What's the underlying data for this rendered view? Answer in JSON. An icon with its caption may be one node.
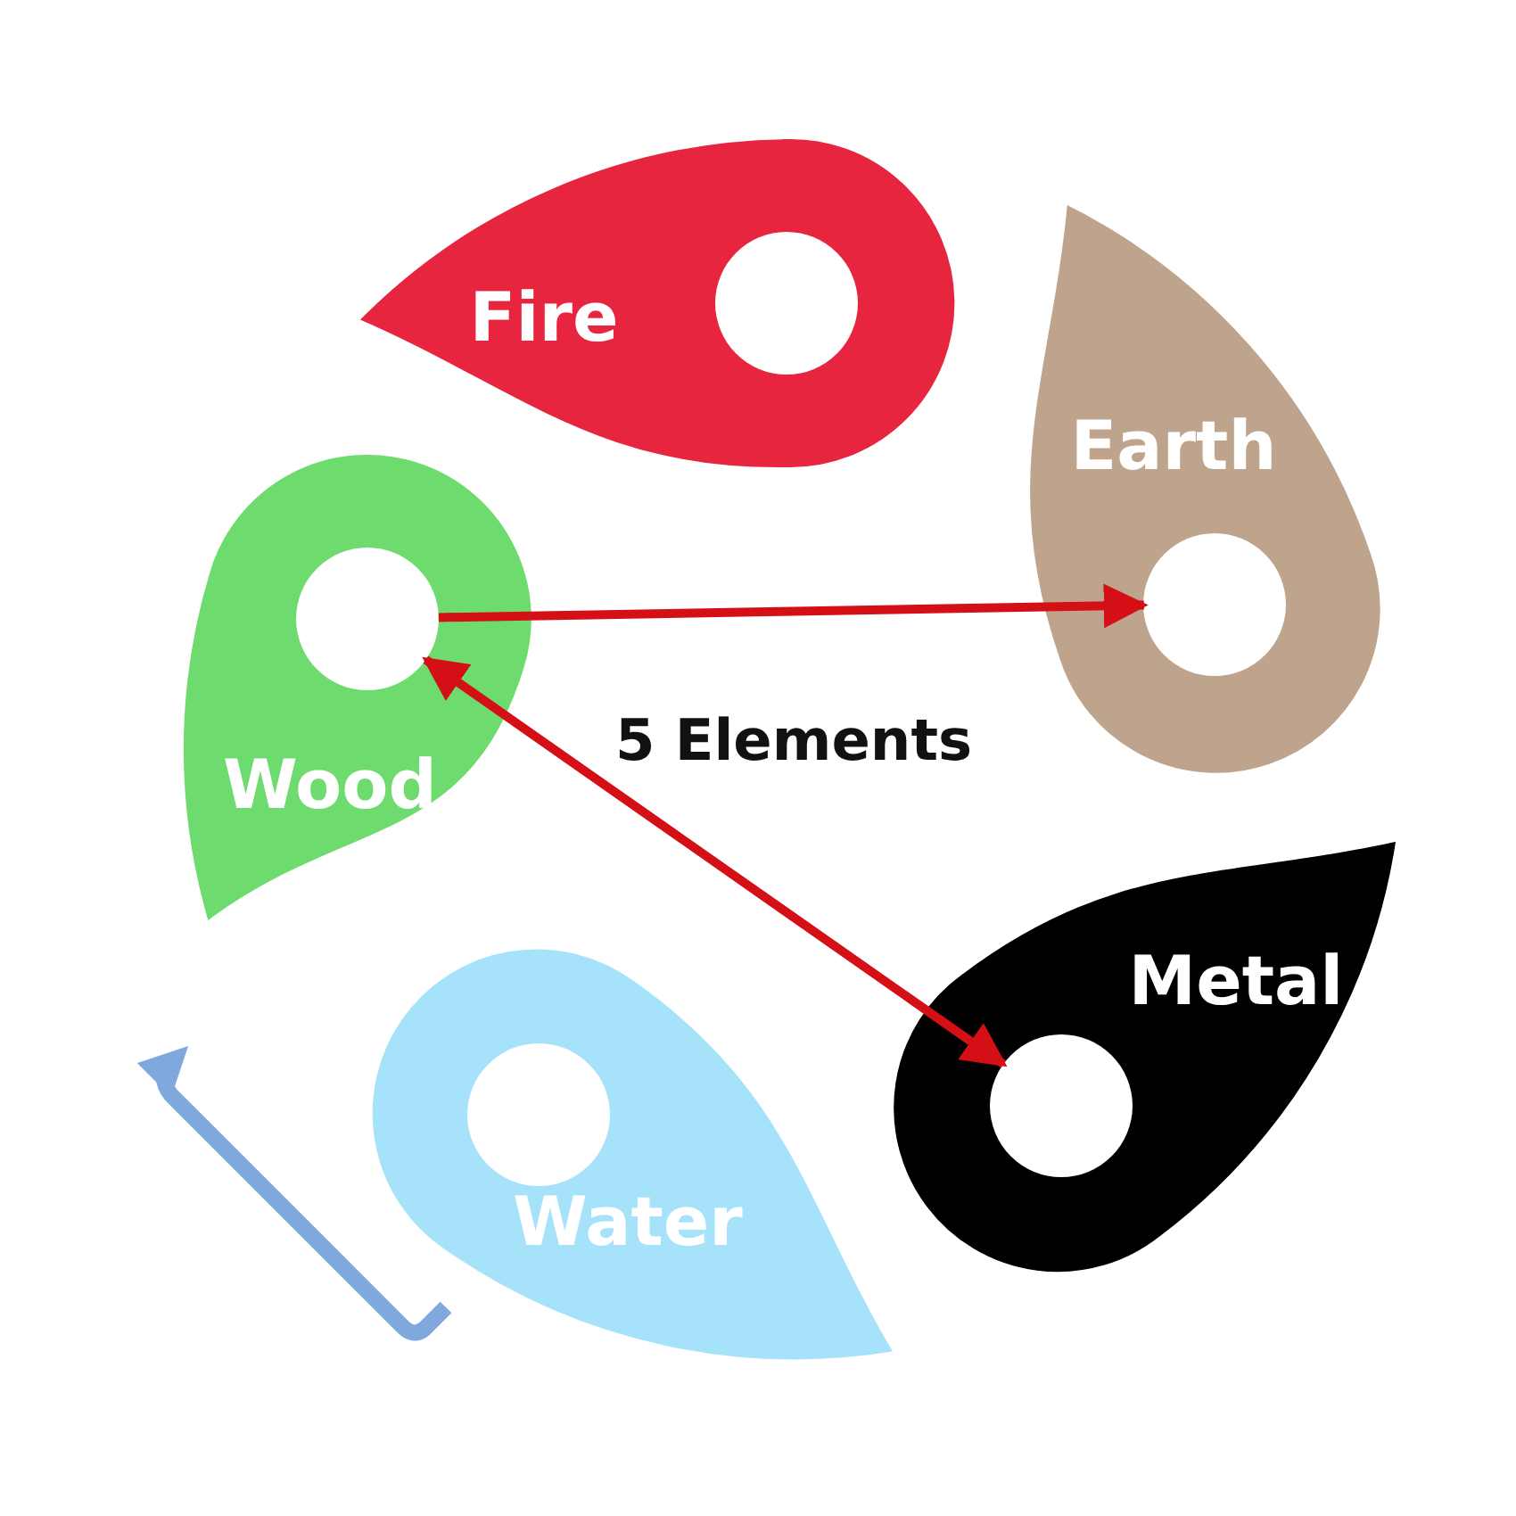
{
  "diagram": {
    "nodes": [
      {
        "text": [
          "Fire"
        ]
      },
      {
        "text": [],
        "shape": "circle",
        "in": 0
      },
      {
        "text": [
          "Earth"
        ]
      },
      {
        "text": [],
        "shape": "circle",
        "in": 2
      },
      {
        "text": [
          "Wood"
        ]
      },
      {
        "text": [],
        "shape": "circle",
        "in": 4
      },
      {
        "text": [
          "Metal"
        ]
      },
      {
        "text": [],
        "shape": "circle",
        "in": 6
      },
      {
        "text": [
          "Water"
        ]
      },
      {
        "text": [],
        "shape": "circle",
        "in": 8
      }
    ],
    "edges": [
      {
        "from": 5,
        "to": 3,
        "arrow": "to"
      },
      {
        "from": 5,
        "to": 7,
        "arrow": "both"
      }
    ],
    "labels": [
      "5 Elements"
    ]
  }
}
